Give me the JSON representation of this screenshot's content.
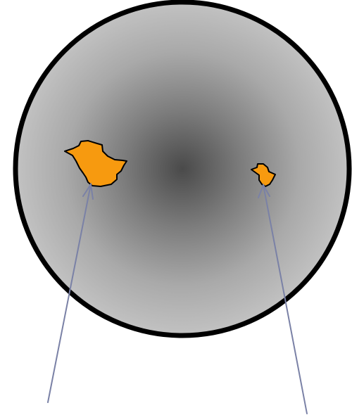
{
  "diagram": {
    "description_free": true,
    "colors": {
      "background": "#ffffff",
      "disk_center": "#4a4a4a",
      "disk_edge": "#bdbdbd",
      "disk_outline": "#000000",
      "spot_fill": "#f79a0f",
      "spot_outline": "#000000",
      "pointer_line": "#7a81a6"
    },
    "spots": [
      {
        "id": "large-spot"
      },
      {
        "id": "small-spot"
      }
    ],
    "pointers": [
      {
        "id": "pointer-left",
        "target": "large-spot"
      },
      {
        "id": "pointer-right",
        "target": "small-spot"
      }
    ]
  }
}
